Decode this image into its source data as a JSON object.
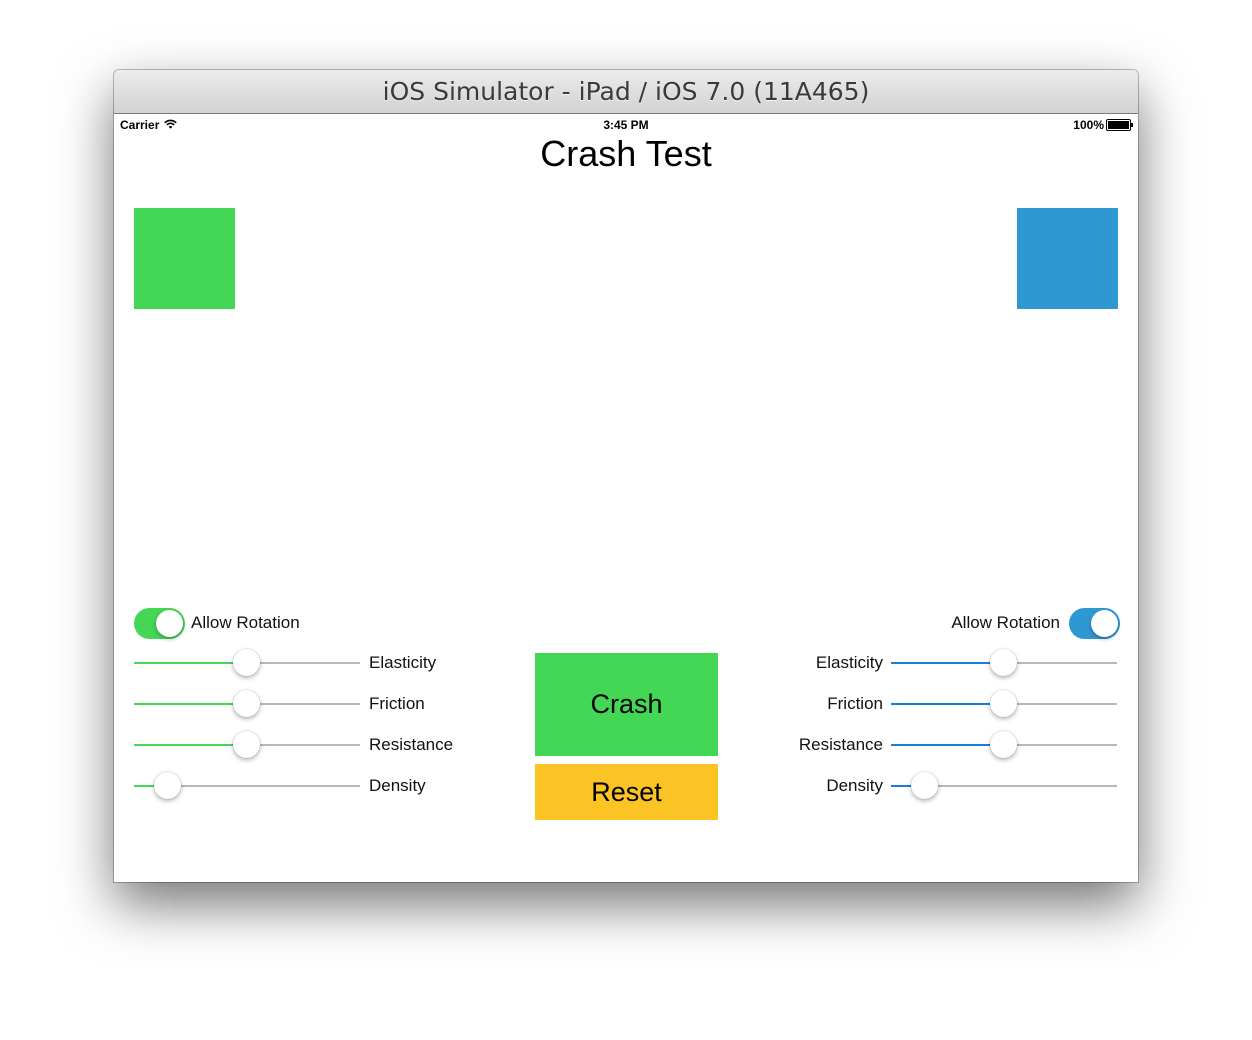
{
  "window": {
    "title": "iOS Simulator - iPad / iOS 7.0 (11A465)"
  },
  "status_bar": {
    "carrier": "Carrier",
    "time": "3:45 PM",
    "battery": "100%",
    "battery_level": 1.0
  },
  "app": {
    "title": "Crash Test"
  },
  "colors": {
    "green": "#44d655",
    "blue": "#2e98d3",
    "slider_blue": "#1a7ce0",
    "yellow": "#fbc424"
  },
  "left_panel": {
    "allow_rotation_label": "Allow Rotation",
    "allow_rotation_on": true,
    "sliders": [
      {
        "label": "Elasticity",
        "value": 0.5
      },
      {
        "label": "Friction",
        "value": 0.5
      },
      {
        "label": "Resistance",
        "value": 0.5
      },
      {
        "label": "Density",
        "value": 0.15
      }
    ]
  },
  "right_panel": {
    "allow_rotation_label": "Allow Rotation",
    "allow_rotation_on": true,
    "sliders": [
      {
        "label": "Elasticity",
        "value": 0.5
      },
      {
        "label": "Friction",
        "value": 0.5
      },
      {
        "label": "Resistance",
        "value": 0.5
      },
      {
        "label": "Density",
        "value": 0.15
      }
    ]
  },
  "buttons": {
    "crash": "Crash",
    "reset": "Reset"
  }
}
